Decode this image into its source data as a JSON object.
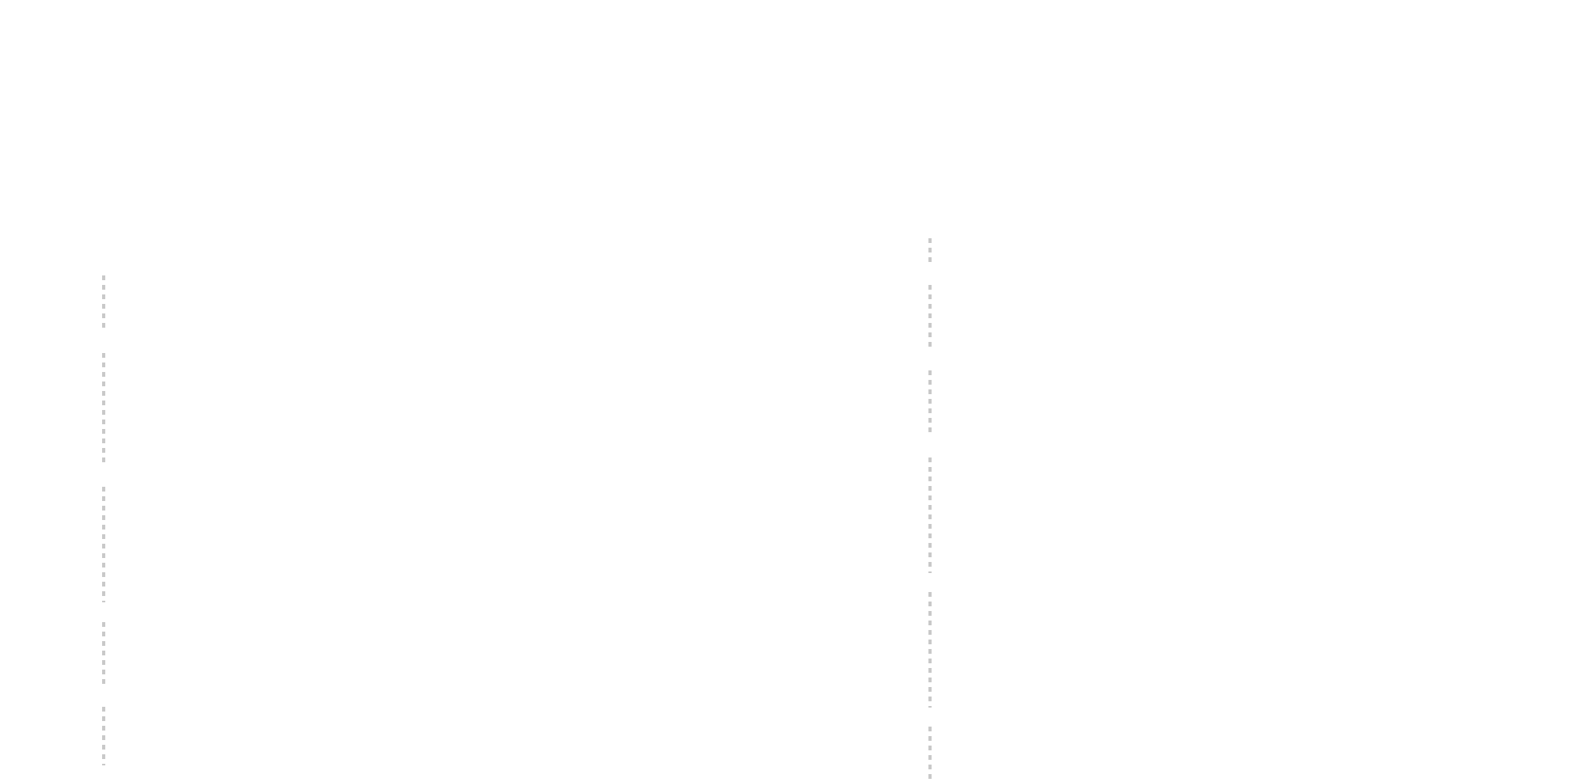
{
  "colors": {
    "background": "#ffffff",
    "placeholder": "#c9c9c9"
  },
  "columns": [
    {
      "name": "left-column",
      "segment_count": 5
    },
    {
      "name": "right-column",
      "segment_count": 6
    }
  ]
}
